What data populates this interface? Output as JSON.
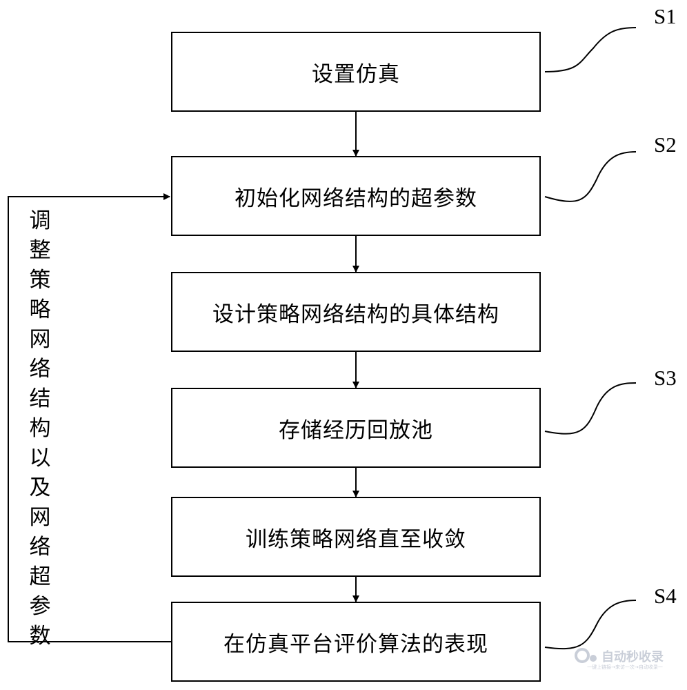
{
  "steps": [
    {
      "text": "设置仿真"
    },
    {
      "text": "初始化网络结构的超参数"
    },
    {
      "text": "设计策略网络结构的具体结构"
    },
    {
      "text": "存储经历回放池"
    },
    {
      "text": "训练策略网络直至收敛"
    },
    {
      "text": "在仿真平台评价算法的表现"
    }
  ],
  "labels": [
    "S1",
    "S2",
    "S3",
    "S4"
  ],
  "feedback": {
    "chars": [
      "调",
      "整",
      "策",
      "略",
      "网",
      "络",
      "结",
      "构",
      "以",
      "及",
      "网",
      "络",
      "超",
      "参",
      "数"
    ]
  },
  "watermark": {
    "title": "自动秒收录",
    "subtitle": "一键上链接→来访一次→自动收录一"
  }
}
